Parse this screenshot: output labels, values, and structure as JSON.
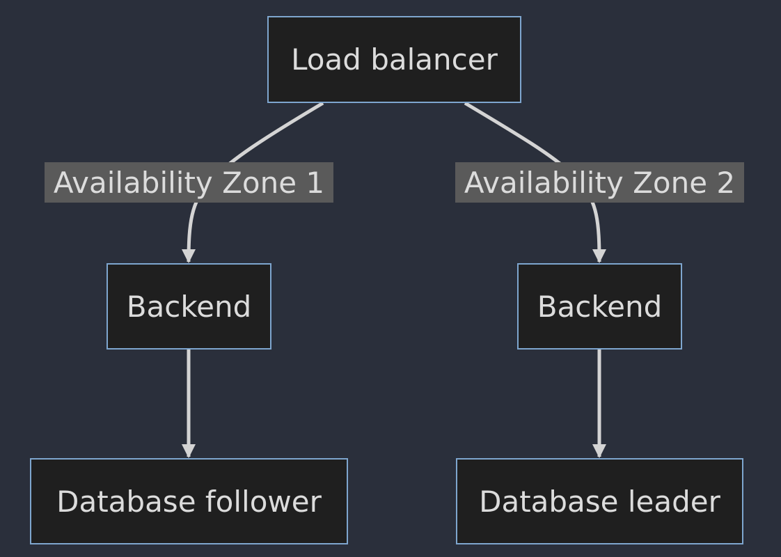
{
  "diagram": {
    "type": "flowchart",
    "colors": {
      "background": "#2a2f3b",
      "node_fill": "#1f1f1f",
      "node_border": "#7ea6cf",
      "text": "#dcdcdc",
      "edge": "#d4d4d4",
      "edge_label_bg": "#5a5a5a"
    },
    "nodes": {
      "load_balancer": "Load balancer",
      "backend_1": "Backend",
      "backend_2": "Backend",
      "db_follower": "Database follower",
      "db_leader": "Database leader"
    },
    "edges": [
      {
        "from": "load_balancer",
        "to": "backend_1",
        "label": "Availability Zone 1"
      },
      {
        "from": "load_balancer",
        "to": "backend_2",
        "label": "Availability Zone 2"
      },
      {
        "from": "backend_1",
        "to": "db_follower",
        "label": ""
      },
      {
        "from": "backend_2",
        "to": "db_leader",
        "label": ""
      }
    ],
    "edge_labels": {
      "zone_1": "Availability Zone 1",
      "zone_2": "Availability Zone 2"
    }
  }
}
